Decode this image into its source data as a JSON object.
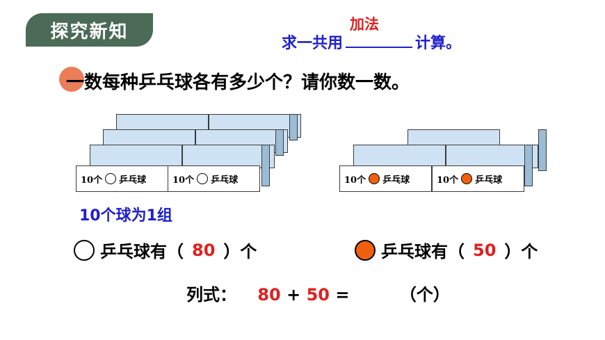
{
  "header": {
    "badge": "探究新知"
  },
  "formula": {
    "prefix": "求一共用",
    "answer": "加法",
    "suffix": "计算。"
  },
  "question": {
    "text": "一数每种乒乓球各有多少个？请你数一数。"
  },
  "box_label": {
    "count": "10个",
    "name": "乒乓球"
  },
  "group_note": "10个球为1组",
  "white_count": {
    "label": "乒乓球有（",
    "value": "80",
    "close": "）个"
  },
  "orange_count": {
    "label": "乒乓球有（",
    "value": "50",
    "close": "）个"
  },
  "equation": {
    "prefix": "列式：",
    "a": "80",
    "plus": "+",
    "b": "50",
    "equals": "=",
    "unit": "（个）"
  },
  "colors": {
    "badge": "#4b6b57",
    "blue": "#1f1fcf",
    "red": "#e02020",
    "orange": "#f06010",
    "box": "#cfe2f3"
  }
}
